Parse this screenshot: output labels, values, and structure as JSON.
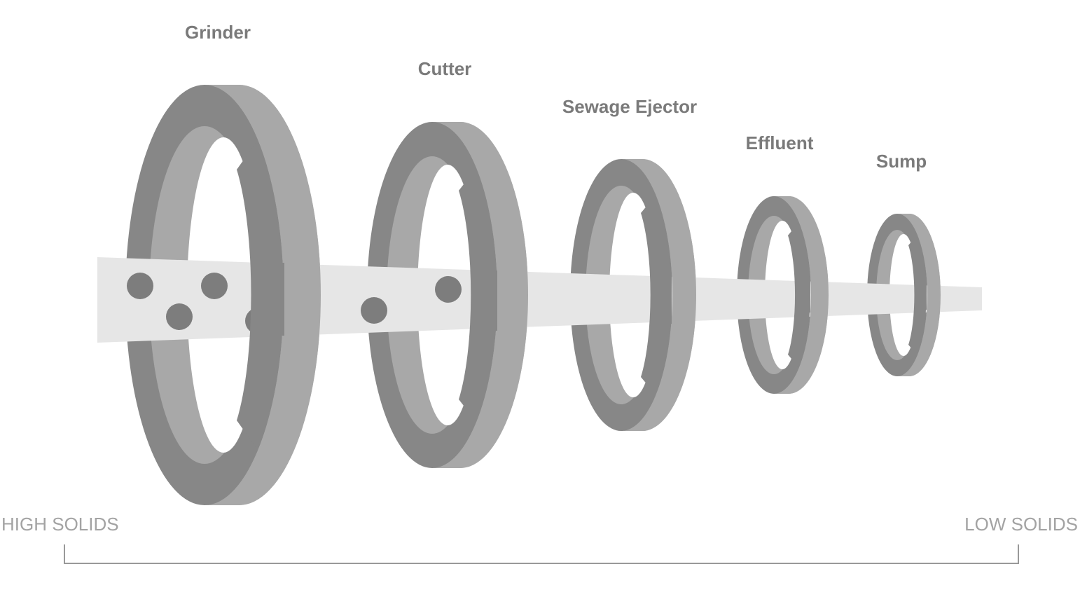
{
  "diagram": {
    "rings": [
      {
        "label": "Grinder"
      },
      {
        "label": "Cutter"
      },
      {
        "label": "Sewage Ejector"
      },
      {
        "label": "Effluent"
      },
      {
        "label": "Sump"
      }
    ],
    "scale": {
      "left_label": "HIGH SOLIDS",
      "right_label": "LOW SOLIDS"
    },
    "colors": {
      "ring_front": "#878787",
      "ring_side": "#a8a8a8",
      "stream": "#e6e6e6",
      "solids": "#7d7d7d",
      "bracket": "#999999"
    }
  }
}
